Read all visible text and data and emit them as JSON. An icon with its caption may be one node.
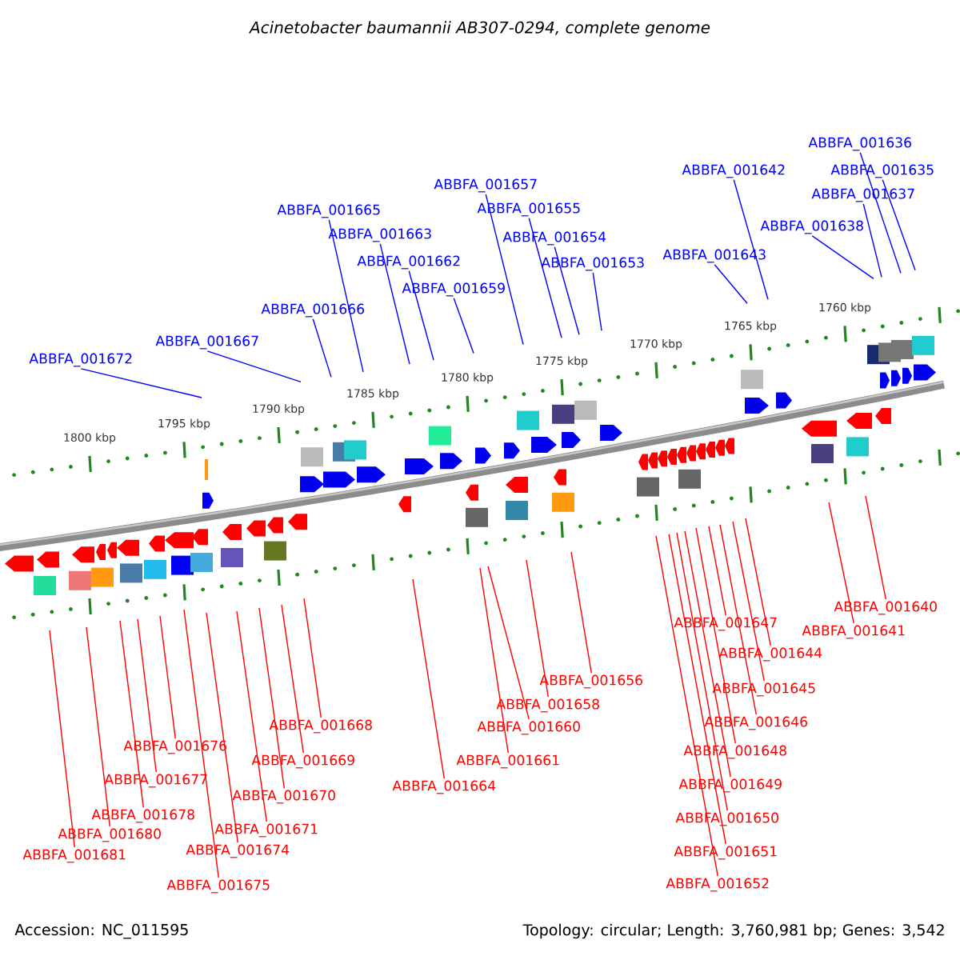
{
  "diagram": {
    "title": "Acinetobacter baumannii AB307-0294, complete genome",
    "nodes": [
      {
        "text": [
          "ABBFA_001672"
        ]
      },
      {
        "text": [
          "ABBFA_001667"
        ]
      },
      {
        "text": [
          "ABBFA_001666"
        ]
      },
      {
        "text": [
          "ABBFA_001665"
        ]
      },
      {
        "text": [
          "ABBFA_001663"
        ]
      },
      {
        "text": [
          "ABBFA_001662"
        ]
      },
      {
        "text": [
          "ABBFA_001659"
        ]
      },
      {
        "text": [
          "ABBFA_001657"
        ]
      },
      {
        "text": [
          "ABBFA_001655"
        ]
      },
      {
        "text": [
          "ABBFA_001654"
        ]
      },
      {
        "text": [
          "ABBFA_001653"
        ]
      },
      {
        "text": [
          "ABBFA_001643"
        ]
      },
      {
        "text": [
          "ABBFA_001642"
        ]
      },
      {
        "text": [
          "ABBFA_001638"
        ]
      },
      {
        "text": [
          "ABBFA_001637"
        ]
      },
      {
        "text": [
          "ABBFA_001636"
        ]
      },
      {
        "text": [
          "ABBFA_001635"
        ]
      },
      {
        "text": [
          "ABBFA_001681"
        ]
      },
      {
        "text": [
          "ABBFA_001680"
        ]
      },
      {
        "text": [
          "ABBFA_001678"
        ]
      },
      {
        "text": [
          "ABBFA_001677"
        ]
      },
      {
        "text": [
          "ABBFA_001676"
        ]
      },
      {
        "text": [
          "ABBFA_001675"
        ]
      },
      {
        "text": [
          "ABBFA_001674"
        ]
      },
      {
        "text": [
          "ABBFA_001671"
        ]
      },
      {
        "text": [
          "ABBFA_001670"
        ]
      },
      {
        "text": [
          "ABBFA_001669"
        ]
      },
      {
        "text": [
          "ABBFA_001668"
        ]
      },
      {
        "text": [
          "ABBFA_001664"
        ]
      },
      {
        "text": [
          "ABBFA_001661"
        ]
      },
      {
        "text": [
          "ABBFA_001660"
        ]
      },
      {
        "text": [
          "ABBFA_001658"
        ]
      },
      {
        "text": [
          "ABBFA_001656"
        ]
      },
      {
        "text": [
          "ABBFA_001652"
        ]
      },
      {
        "text": [
          "ABBFA_001651"
        ]
      },
      {
        "text": [
          "ABBFA_001650"
        ]
      },
      {
        "text": [
          "ABBFA_001649"
        ]
      },
      {
        "text": [
          "ABBFA_001648"
        ]
      },
      {
        "text": [
          "ABBFA_001646"
        ]
      },
      {
        "text": [
          "ABBFA_001645"
        ]
      },
      {
        "text": [
          "ABBFA_001644"
        ]
      },
      {
        "text": [
          "ABBFA_001647"
        ]
      },
      {
        "text": [
          "ABBFA_001641"
        ]
      },
      {
        "text": [
          "ABBFA_001640"
        ]
      }
    ],
    "edges": [
      {
        "from": 0,
        "to": null,
        "arrow": "none",
        "color": "#0000ff"
      },
      {
        "from": 1,
        "to": null,
        "arrow": "none",
        "color": "#0000ff"
      },
      {
        "from": 2,
        "to": null,
        "arrow": "none",
        "color": "#0000ff"
      },
      {
        "from": 3,
        "to": null,
        "arrow": "none",
        "color": "#0000ff"
      },
      {
        "from": 4,
        "to": null,
        "arrow": "none",
        "color": "#0000ff"
      },
      {
        "from": 5,
        "to": null,
        "arrow": "none",
        "color": "#0000ff"
      },
      {
        "from": 6,
        "to": null,
        "arrow": "none",
        "color": "#0000ff"
      },
      {
        "from": 7,
        "to": null,
        "arrow": "none",
        "color": "#0000ff"
      },
      {
        "from": 8,
        "to": null,
        "arrow": "none",
        "color": "#0000ff"
      },
      {
        "from": 9,
        "to": null,
        "arrow": "none",
        "color": "#0000ff"
      },
      {
        "from": 10,
        "to": null,
        "arrow": "none",
        "color": "#0000ff"
      },
      {
        "from": 11,
        "to": null,
        "arrow": "none",
        "color": "#0000ff"
      },
      {
        "from": 12,
        "to": null,
        "arrow": "none",
        "color": "#0000ff"
      },
      {
        "from": 13,
        "to": null,
        "arrow": "none",
        "color": "#0000ff"
      },
      {
        "from": 14,
        "to": null,
        "arrow": "none",
        "color": "#0000ff"
      },
      {
        "from": 15,
        "to": null,
        "arrow": "none",
        "color": "#0000ff"
      },
      {
        "from": 16,
        "to": null,
        "arrow": "none",
        "color": "#0000ff"
      },
      {
        "from": 17,
        "to": null,
        "arrow": "none",
        "color": "#ff0000"
      },
      {
        "from": 18,
        "to": null,
        "arrow": "none",
        "color": "#ff0000"
      },
      {
        "from": 19,
        "to": null,
        "arrow": "none",
        "color": "#ff0000"
      },
      {
        "from": 20,
        "to": null,
        "arrow": "none",
        "color": "#ff0000"
      },
      {
        "from": 21,
        "to": null,
        "arrow": "none",
        "color": "#ff0000"
      },
      {
        "from": 22,
        "to": null,
        "arrow": "none",
        "color": "#ff0000"
      },
      {
        "from": 23,
        "to": null,
        "arrow": "none",
        "color": "#ff0000"
      },
      {
        "from": 24,
        "to": null,
        "arrow": "none",
        "color": "#ff0000"
      },
      {
        "from": 25,
        "to": null,
        "arrow": "none",
        "color": "#ff0000"
      },
      {
        "from": 26,
        "to": null,
        "arrow": "none",
        "color": "#ff0000"
      },
      {
        "from": 27,
        "to": null,
        "arrow": "none",
        "color": "#ff0000"
      },
      {
        "from": 28,
        "to": null,
        "arrow": "none",
        "color": "#ff0000"
      },
      {
        "from": 29,
        "to": null,
        "arrow": "none",
        "color": "#ff0000"
      },
      {
        "from": 30,
        "to": null,
        "arrow": "none",
        "color": "#ff0000"
      },
      {
        "from": 31,
        "to": null,
        "arrow": "none",
        "color": "#ff0000"
      },
      {
        "from": 32,
        "to": null,
        "arrow": "none",
        "color": "#ff0000"
      },
      {
        "from": 33,
        "to": null,
        "arrow": "none",
        "color": "#ff0000"
      },
      {
        "from": 34,
        "to": null,
        "arrow": "none",
        "color": "#ff0000"
      },
      {
        "from": 35,
        "to": null,
        "arrow": "none",
        "color": "#ff0000"
      },
      {
        "from": 36,
        "to": null,
        "arrow": "none",
        "color": "#ff0000"
      },
      {
        "from": 37,
        "to": null,
        "arrow": "none",
        "color": "#ff0000"
      },
      {
        "from": 38,
        "to": null,
        "arrow": "none",
        "color": "#ff0000"
      },
      {
        "from": 39,
        "to": null,
        "arrow": "none",
        "color": "#ff0000"
      },
      {
        "from": 40,
        "to": null,
        "arrow": "none",
        "color": "#ff0000"
      },
      {
        "from": 41,
        "to": null,
        "arrow": "none",
        "color": "#ff0000"
      },
      {
        "from": 42,
        "to": null,
        "arrow": "none",
        "color": "#ff0000"
      },
      {
        "from": 43,
        "to": null,
        "arrow": "none",
        "color": "#ff0000"
      }
    ],
    "labels": [
      "1800 kbp",
      "1795 kbp",
      "1790 kbp",
      "1785 kbp",
      "1780 kbp",
      "1775 kbp",
      "1770 kbp",
      "1765 kbp",
      "1760 kbp",
      "Accession: NC_011595",
      "Topology: circular; Length: 3,760,981 bp; Genes: 3,542"
    ]
  }
}
